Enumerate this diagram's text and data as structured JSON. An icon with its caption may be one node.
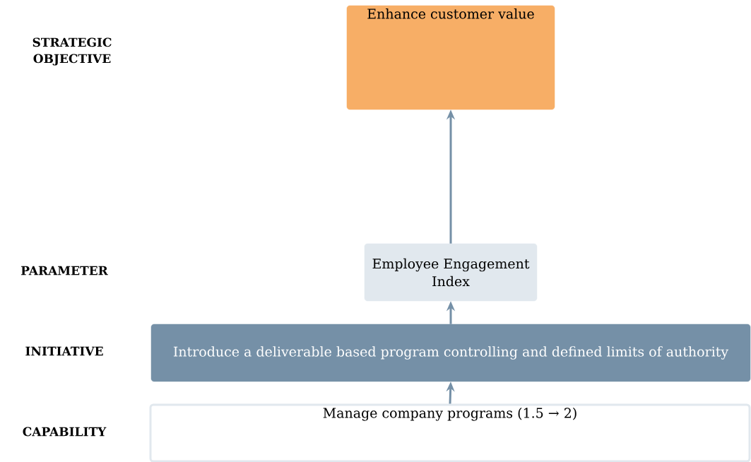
{
  "diagram": {
    "nodes": [
      {
        "text": [
          "Enhance customer value"
        ]
      },
      {
        "text": [
          "Employee Engagement Index"
        ]
      },
      {
        "text": [
          "Introduce a deliverable based program controlling and defined limits of authority"
        ]
      },
      {
        "text": [
          "Manage company programs (1.5 → 2)"
        ]
      }
    ],
    "edges": [
      {
        "from": 3,
        "to": 2,
        "arrow": "to"
      },
      {
        "from": 2,
        "to": 1,
        "arrow": "to"
      },
      {
        "from": 1,
        "to": 0,
        "arrow": "to"
      }
    ],
    "labels": [
      "STRATEGIC OBJECTIVE",
      "PARAMETER",
      "INITIATIVE",
      "CAPABILITY"
    ]
  }
}
